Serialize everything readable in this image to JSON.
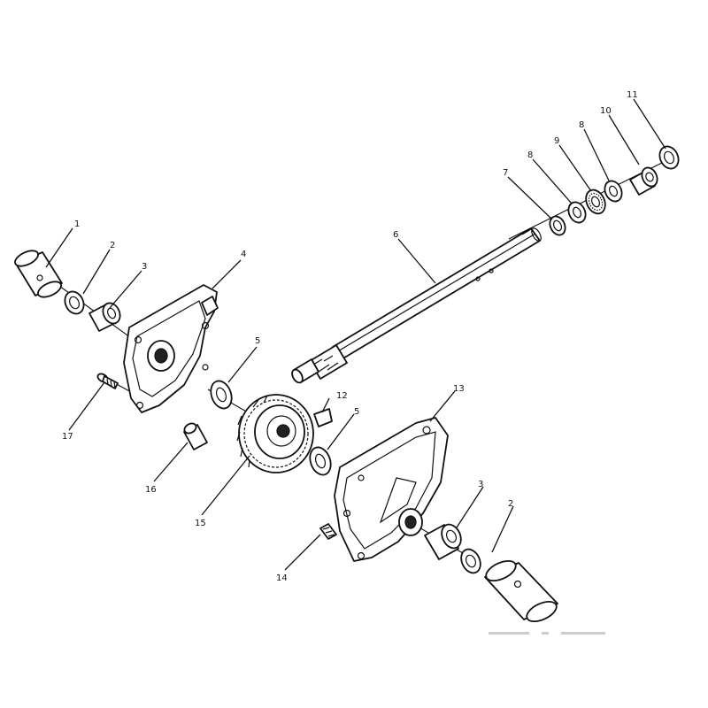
{
  "diagram": {
    "callouts": [
      "1",
      "2",
      "3",
      "4",
      "5",
      "6",
      "7",
      "8",
      "8",
      "9",
      "10",
      "11",
      "12",
      "13",
      "14",
      "15",
      "16",
      "17",
      "5",
      "3",
      "2"
    ],
    "partNumbers": {
      "p1": "1",
      "p2a": "2",
      "p3a": "3",
      "p4": "4",
      "p5a": "5",
      "p6": "6",
      "p7": "7",
      "p8a": "8",
      "p8b": "8",
      "p9": "9",
      "p10": "10",
      "p11": "11",
      "p12": "12",
      "p13": "13",
      "p14": "14",
      "p15": "15",
      "p16": "16",
      "p17": "17",
      "p5b": "5",
      "p3b": "3",
      "p2b": "2"
    }
  }
}
